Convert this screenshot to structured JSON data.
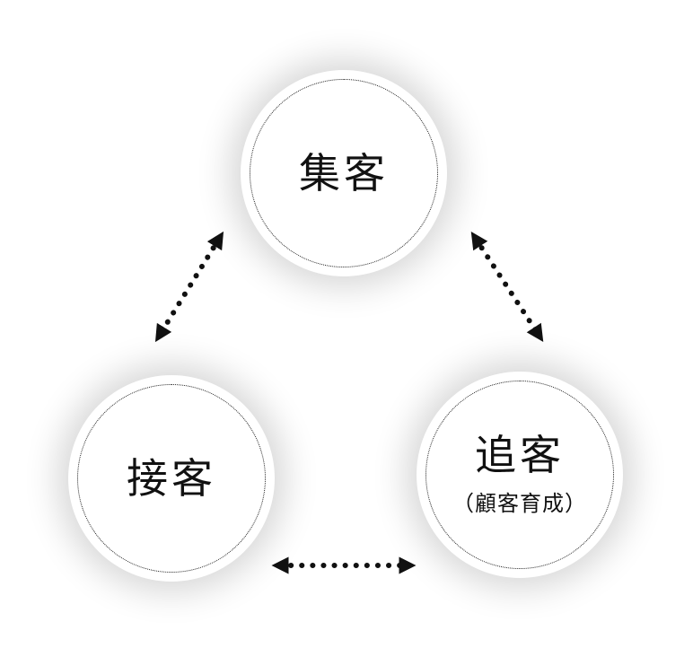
{
  "diagram": {
    "nodes": {
      "top": {
        "label": "集客"
      },
      "left": {
        "label": "接客"
      },
      "right": {
        "label": "追客",
        "sublabel": "（顧客育成）"
      }
    },
    "links": [
      {
        "from": "top",
        "to": "left",
        "style": "dotted",
        "direction": "both"
      },
      {
        "from": "top",
        "to": "right",
        "style": "dotted",
        "direction": "both"
      },
      {
        "from": "left",
        "to": "right",
        "style": "dotted",
        "direction": "both"
      }
    ]
  }
}
